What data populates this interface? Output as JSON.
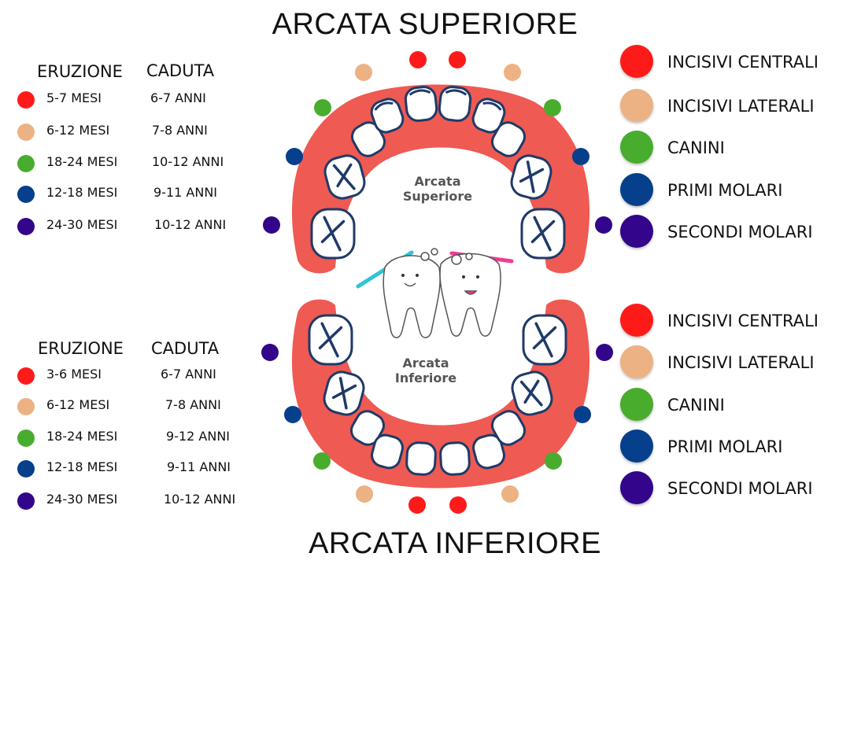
{
  "titles": {
    "upper": "ARCATA SUPERIORE",
    "lower": "ARCATA INFERIORE"
  },
  "arch_labels": {
    "upper": [
      "Arcata",
      "Superiore"
    ],
    "lower": [
      "Arcata",
      "Inferiore"
    ]
  },
  "colors": {
    "central_incisors": "#ff1a1a",
    "lateral_incisors": "#ecb283",
    "canines": "#48ad2d",
    "first_molars": "#063f8c",
    "second_molars": "#32058a",
    "gum": "#ef5a52",
    "tooth_outline": "#1f3a68"
  },
  "upper_table": {
    "headers": {
      "eruption": "ERUZIONE",
      "shedding": "CADUTA"
    },
    "rows": [
      {
        "eruption": "5-7 MESI",
        "shedding": "6-7 ANNI",
        "color": "#ff1a1a"
      },
      {
        "eruption": "6-12 MESI",
        "shedding": "7-8 ANNI",
        "color": "#ecb283"
      },
      {
        "eruption": "18-24 MESI",
        "shedding": "10-12 ANNI",
        "color": "#48ad2d"
      },
      {
        "eruption": "12-18 MESI",
        "shedding": "9-11 ANNI",
        "color": "#063f8c"
      },
      {
        "eruption": "24-30 MESI",
        "shedding": "10-12 ANNI",
        "color": "#32058a"
      }
    ]
  },
  "lower_table": {
    "headers": {
      "eruption": "ERUZIONE",
      "shedding": "CADUTA"
    },
    "rows": [
      {
        "eruption": "3-6 MESI",
        "shedding": "6-7 ANNI",
        "color": "#ff1a1a"
      },
      {
        "eruption": "6-12 MESI",
        "shedding": "7-8 ANNI",
        "color": "#ecb283"
      },
      {
        "eruption": "18-24 MESI",
        "shedding": "9-12 ANNI",
        "color": "#48ad2d"
      },
      {
        "eruption": "12-18 MESI",
        "shedding": "9-11 ANNI",
        "color": "#063f8c"
      },
      {
        "eruption": "24-30 MESI",
        "shedding": "10-12 ANNI",
        "color": "#32058a"
      }
    ]
  },
  "legend": [
    {
      "label": "INCISIVI CENTRALI",
      "color": "#ff1a1a"
    },
    {
      "label": "INCISIVI LATERALI",
      "color": "#ecb283"
    },
    {
      "label": "CANINI",
      "color": "#48ad2d"
    },
    {
      "label": "PRIMI MOLARI",
      "color": "#063f8c"
    },
    {
      "label": "SECONDI MOLARI",
      "color": "#32058a"
    }
  ],
  "illustration": {
    "icon": "smiling-teeth-brushing-icon"
  }
}
